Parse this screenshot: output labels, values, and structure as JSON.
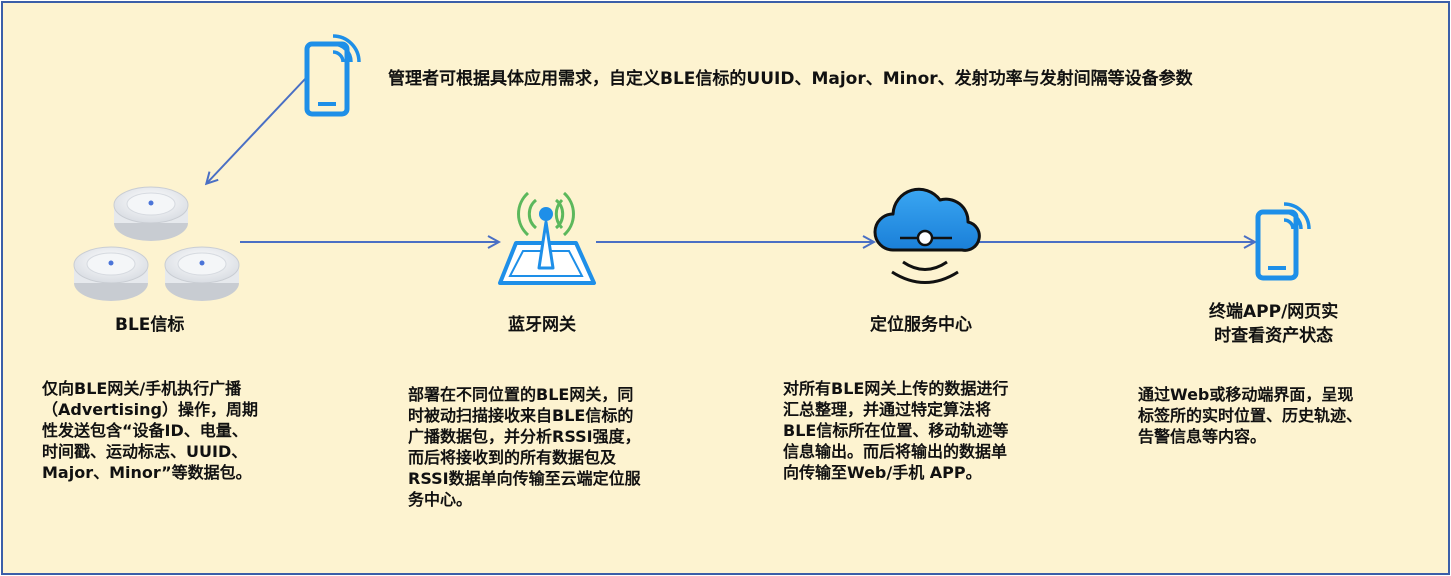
{
  "top_note": "管理者可根据具体应用需求，自定义BLE信标的UUID、Major、Minor、发射功率与发射间隔等设备参数",
  "nodes": {
    "beacon": {
      "label": "BLE信标",
      "desc": [
        "仅向BLE网关/手机执行广播",
        "（Advertising）操作，周期",
        "性发送包含“设备ID、电量、",
        "时间戳、运动标志、UUID、",
        "Major、Minor”等数据包。"
      ]
    },
    "gateway": {
      "label": "蓝牙网关",
      "desc": [
        "部署在不同位置的BLE网关，同",
        "时被动扫描接收来自BLE信标的",
        "广播数据包，并分析RSSI强度，",
        "而后将接收到的所有数据包及",
        "RSSI数据单向传输至云端定位服",
        "务中心。"
      ]
    },
    "cloud": {
      "label": "定位服务中心",
      "desc": [
        "对所有BLE网关上传的数据进行",
        "汇总整理，并通过特定算法将",
        "BLE信标所在位置、移动轨迹等",
        "信息输出。而后将输出的数据单",
        "向传输至Web/手机 APP。"
      ]
    },
    "terminal": {
      "label_lines": [
        "终端APP/网页实",
        "时查看资产状态"
      ],
      "desc": [
        "通过Web或移动端界面，呈现",
        "标签所的实时位置、历史轨迹、",
        "告警信息等内容。"
      ]
    }
  },
  "colors": {
    "background": "#fdf3d0",
    "border": "#3b5ea8",
    "arrow": "#4a6fc4",
    "phone_blue": "#1e8fe8",
    "signal_green": "#5cb85c"
  },
  "icons": [
    "phone-icon",
    "beacon-icon",
    "gateway-icon",
    "cloud-icon",
    "terminal-phone-icon"
  ]
}
